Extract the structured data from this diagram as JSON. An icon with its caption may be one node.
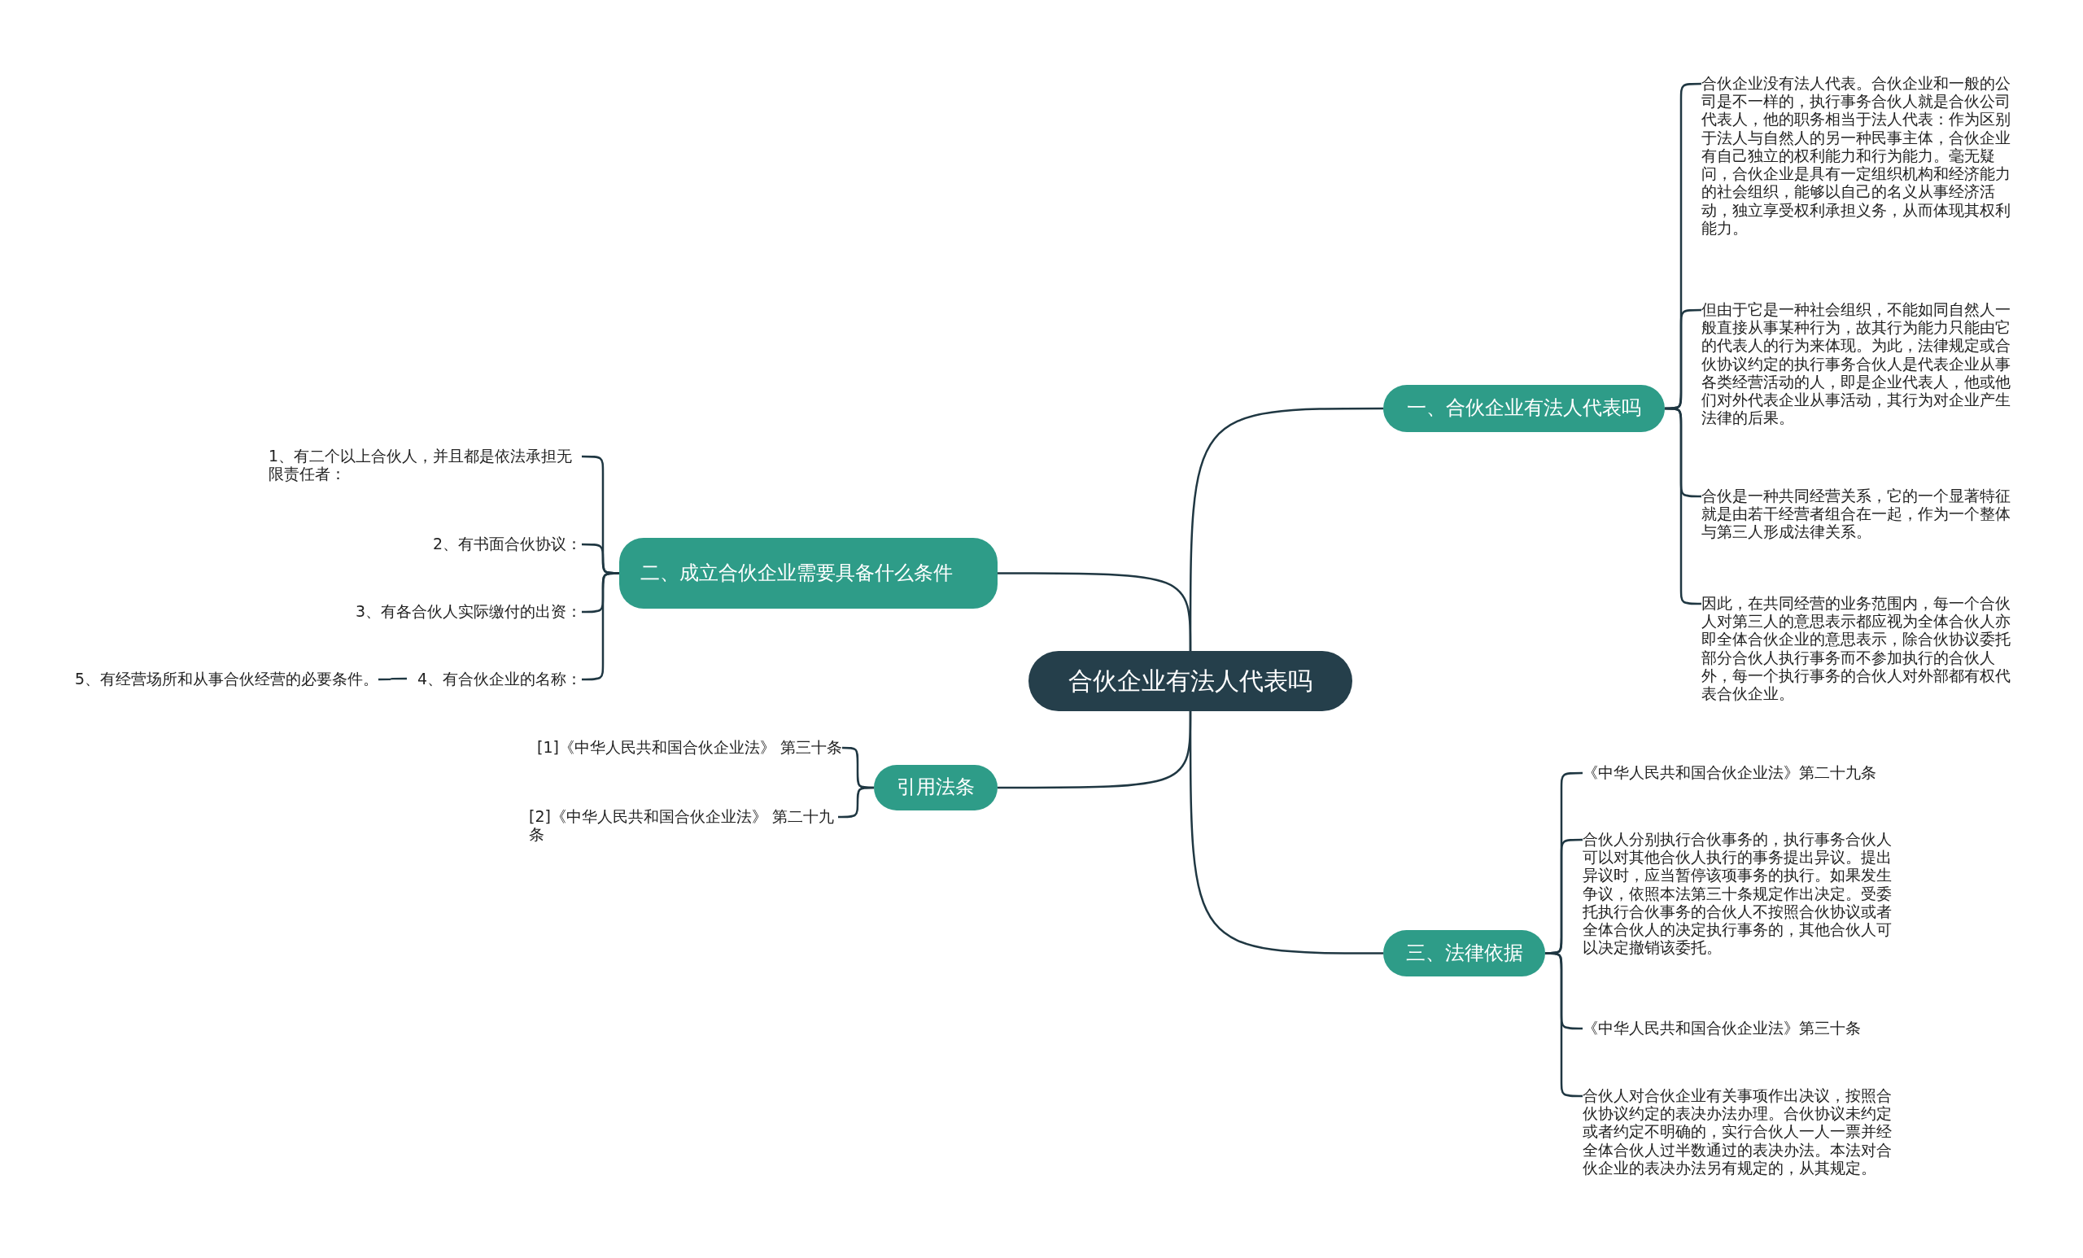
{
  "diagram": {
    "nodes": [
      {
        "text": [
          "合伙企业有法人代表吗"
        ]
      },
      {
        "text": [
          "一、合伙企业有法人代表吗"
        ]
      },
      {
        "text": [
          "合伙企业没有法人代表。合伙企业和一般的公司是不一样的，执行事务合伙人就是合伙公司代表人，他的职务相当于法人代表：作为区别于法人与自然人的另一种民事主体，合伙企业有自己独立的权利能力和行为能力。毫无疑问，合伙企业是具有一定组织机构和经济能力的社会组织，能够以自己的名义从事经济活动，独立享受权利承担义务，从而体现其权利能力。"
        ]
      },
      {
        "text": [
          "但由于它是一种社会组织，不能如同自然人一般直接从事某种行为，故其行为能力只能由它的代表人的行为来体现。为此，法律规定或合伙协议约定的执行事务合伙人是代表企业从事各类经营活动的人，即是企业代表人，他或他们对外代表企业从事活动，其行为对企业产生法律的后果。"
        ]
      },
      {
        "text": [
          "合伙是一种共同经营关系，它的一个显著特征就是由若干经营者组合在一起，作为一个整体与第三人形成法律关系。"
        ]
      },
      {
        "text": [
          "因此，在共同经营的业务范围内，每一个合伙人对第三人的意思表示都应视为全体合伙人亦即全体合伙企业的意思表示，除合伙协议委托部分合伙人执行事务而不参加执行的合伙人外，每一个执行事务的合伙人对外部都有权代表合伙企业。"
        ]
      },
      {
        "text": [
          "二、成立合伙企业需要具备什么条件"
        ]
      },
      {
        "text": [
          "1、有二个以上合伙人，并且都是依法承担无限责任者："
        ]
      },
      {
        "text": [
          "2、有书面合伙协议："
        ]
      },
      {
        "text": [
          "3、有各合伙人实际缴付的出资："
        ]
      },
      {
        "text": [
          "4、有合伙企业的名称："
        ]
      },
      {
        "text": [
          "5、有经营场所和从事合伙经营的必要条件。"
        ]
      },
      {
        "text": [
          "引用法条"
        ]
      },
      {
        "text": [
          "[1]《中华人民共和国合伙企业法》 第三十条"
        ]
      },
      {
        "text": [
          "[2]《中华人民共和国合伙企业法》 第二十九条"
        ]
      },
      {
        "text": [
          "三、法律依据"
        ]
      },
      {
        "text": [
          "《中华人民共和国合伙企业法》第二十九条"
        ]
      },
      {
        "text": [
          "合伙人分别执行合伙事务的，执行事务合伙人可以对其他合伙人执行的事务提出异议。提出异议时，应当暂停该项事务的执行。如果发生争议，依照本法第三十条规定作出决定。受委托执行合伙事务的合伙人不按照合伙协议或者全体合伙人的决定执行事务的，其他合伙人可以决定撤销该委托。"
        ]
      },
      {
        "text": [
          "《中华人民共和国合伙企业法》第三十条"
        ]
      },
      {
        "text": [
          "合伙人对合伙企业有关事项作出决议，按照合伙协议约定的表决办法办理。合伙协议未约定或者约定不明确的，实行合伙人一人一票并经全体合伙人过半数通过的表决办法。本法对合伙企业的表决办法另有规定的，从其规定。"
        ]
      }
    ],
    "edges": [
      {
        "from": 0,
        "to": 1,
        "arrow": "none"
      },
      {
        "from": 1,
        "to": 2,
        "arrow": "none"
      },
      {
        "from": 1,
        "to": 3,
        "arrow": "none"
      },
      {
        "from": 1,
        "to": 4,
        "arrow": "none"
      },
      {
        "from": 1,
        "to": 5,
        "arrow": "none"
      },
      {
        "from": 0,
        "to": 6,
        "arrow": "none"
      },
      {
        "from": 6,
        "to": 7,
        "arrow": "none"
      },
      {
        "from": 6,
        "to": 8,
        "arrow": "none"
      },
      {
        "from": 6,
        "to": 9,
        "arrow": "none"
      },
      {
        "from": 6,
        "to": 10,
        "arrow": "none"
      },
      {
        "from": 10,
        "to": 11,
        "arrow": "none"
      },
      {
        "from": 0,
        "to": 12,
        "arrow": "none"
      },
      {
        "from": 12,
        "to": 13,
        "arrow": "none"
      },
      {
        "from": 12,
        "to": 14,
        "arrow": "none"
      },
      {
        "from": 0,
        "to": 15,
        "arrow": "none"
      },
      {
        "from": 15,
        "to": 16,
        "arrow": "none"
      },
      {
        "from": 15,
        "to": 17,
        "arrow": "none"
      },
      {
        "from": 15,
        "to": 18,
        "arrow": "none"
      },
      {
        "from": 15,
        "to": 19,
        "arrow": "none"
      }
    ]
  }
}
